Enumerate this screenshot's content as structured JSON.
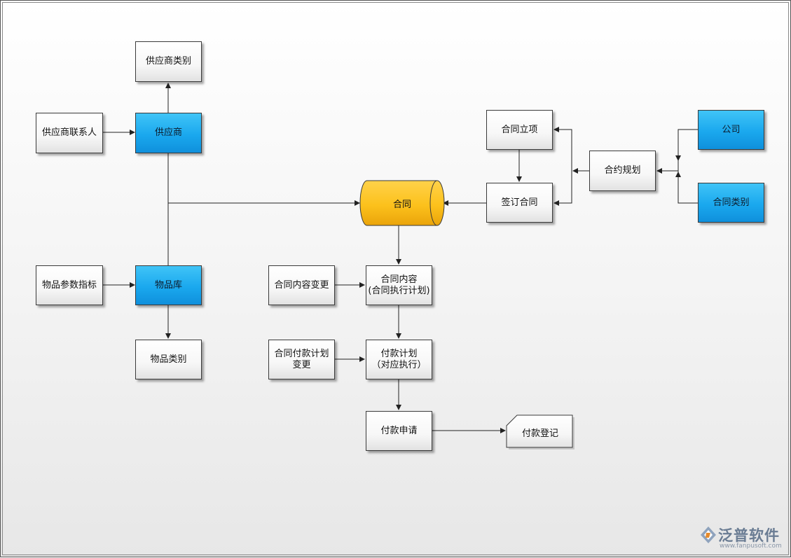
{
  "nodes": {
    "supplier_category": "供应商类别",
    "supplier_contact": "供应商联系人",
    "supplier": "供应商",
    "item_param": "物品参数指标",
    "item_library": "物品库",
    "item_category": "物品类别",
    "contract": "合同",
    "contract_project": "合同立项",
    "sign_contract": "签订合同",
    "contract_planning": "合约规划",
    "company": "公司",
    "contract_category": "合同类别",
    "content_change": "合同内容变更",
    "contract_content": "合同内容\n(合同执行计划)",
    "payment_plan_change": "合同付款计划\n变更",
    "payment_plan": "付款计划\n（对应执行）",
    "payment_request": "付款申请",
    "payment_register": "付款登记"
  },
  "logo": {
    "name": "泛普软件",
    "url": "www.fanpusoft.com"
  },
  "colors": {
    "blue_node": "#1aa8ee",
    "contract_cylinder": "#fcc11c",
    "line": "#222222"
  }
}
